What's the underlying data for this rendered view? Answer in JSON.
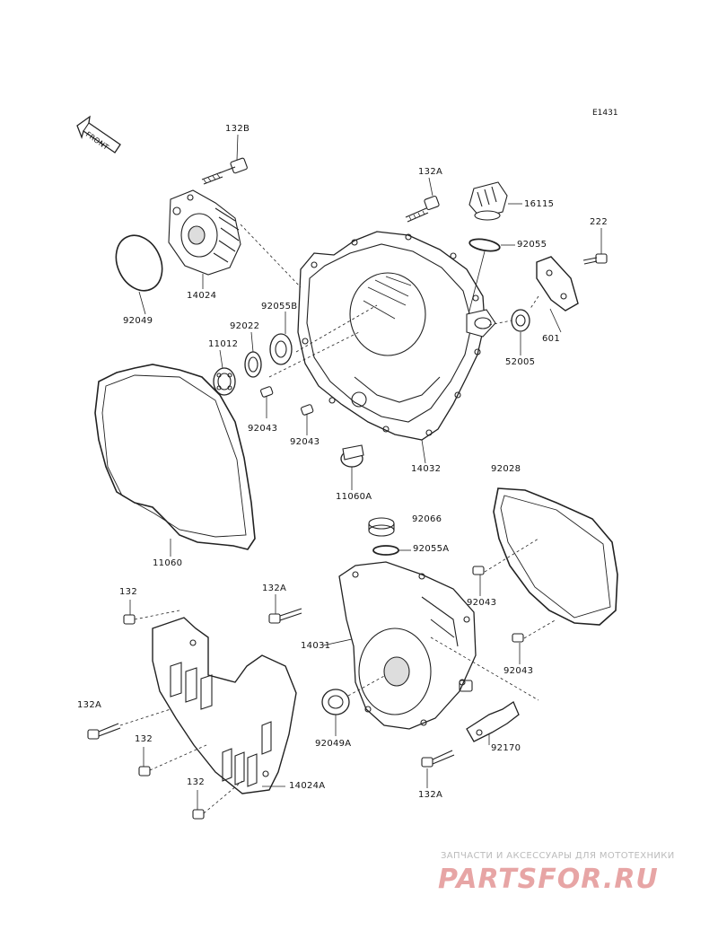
{
  "diagram": {
    "code": "E1431",
    "front_label": "FRONT",
    "callouts": [
      {
        "id": "132b",
        "text": "132B"
      },
      {
        "id": "132a-top",
        "text": "132A"
      },
      {
        "id": "16115",
        "text": "16115"
      },
      {
        "id": "222",
        "text": "222"
      },
      {
        "id": "92055",
        "text": "92055"
      },
      {
        "id": "14024",
        "text": "14024"
      },
      {
        "id": "92055b",
        "text": "92055B"
      },
      {
        "id": "92049",
        "text": "92049"
      },
      {
        "id": "92022",
        "text": "92022"
      },
      {
        "id": "601",
        "text": "601"
      },
      {
        "id": "11012",
        "text": "11012"
      },
      {
        "id": "52005",
        "text": "52005"
      },
      {
        "id": "92043-a",
        "text": "92043"
      },
      {
        "id": "92043-b",
        "text": "92043"
      },
      {
        "id": "14032",
        "text": "14032"
      },
      {
        "id": "92028",
        "text": "92028"
      },
      {
        "id": "11060a",
        "text": "11060A"
      },
      {
        "id": "92066",
        "text": "92066"
      },
      {
        "id": "92055a",
        "text": "92055A"
      },
      {
        "id": "11060",
        "text": "11060"
      },
      {
        "id": "132-a",
        "text": "132"
      },
      {
        "id": "132a-mid",
        "text": "132A"
      },
      {
        "id": "92043-c",
        "text": "92043"
      },
      {
        "id": "14031",
        "text": "14031"
      },
      {
        "id": "92043-d",
        "text": "92043"
      },
      {
        "id": "132a-left",
        "text": "132A"
      },
      {
        "id": "132-b",
        "text": "132"
      },
      {
        "id": "92049a",
        "text": "92049A"
      },
      {
        "id": "92170",
        "text": "92170"
      },
      {
        "id": "14024a",
        "text": "14024A"
      },
      {
        "id": "132-c",
        "text": "132"
      },
      {
        "id": "132a-bottom",
        "text": "132A"
      }
    ]
  },
  "watermark": {
    "tagline": "ЗАПЧАСТИ И АКСЕССУАРЫ ДЛЯ МОТОТЕХНИКИ",
    "logo": "PARTSFOR.RU"
  }
}
